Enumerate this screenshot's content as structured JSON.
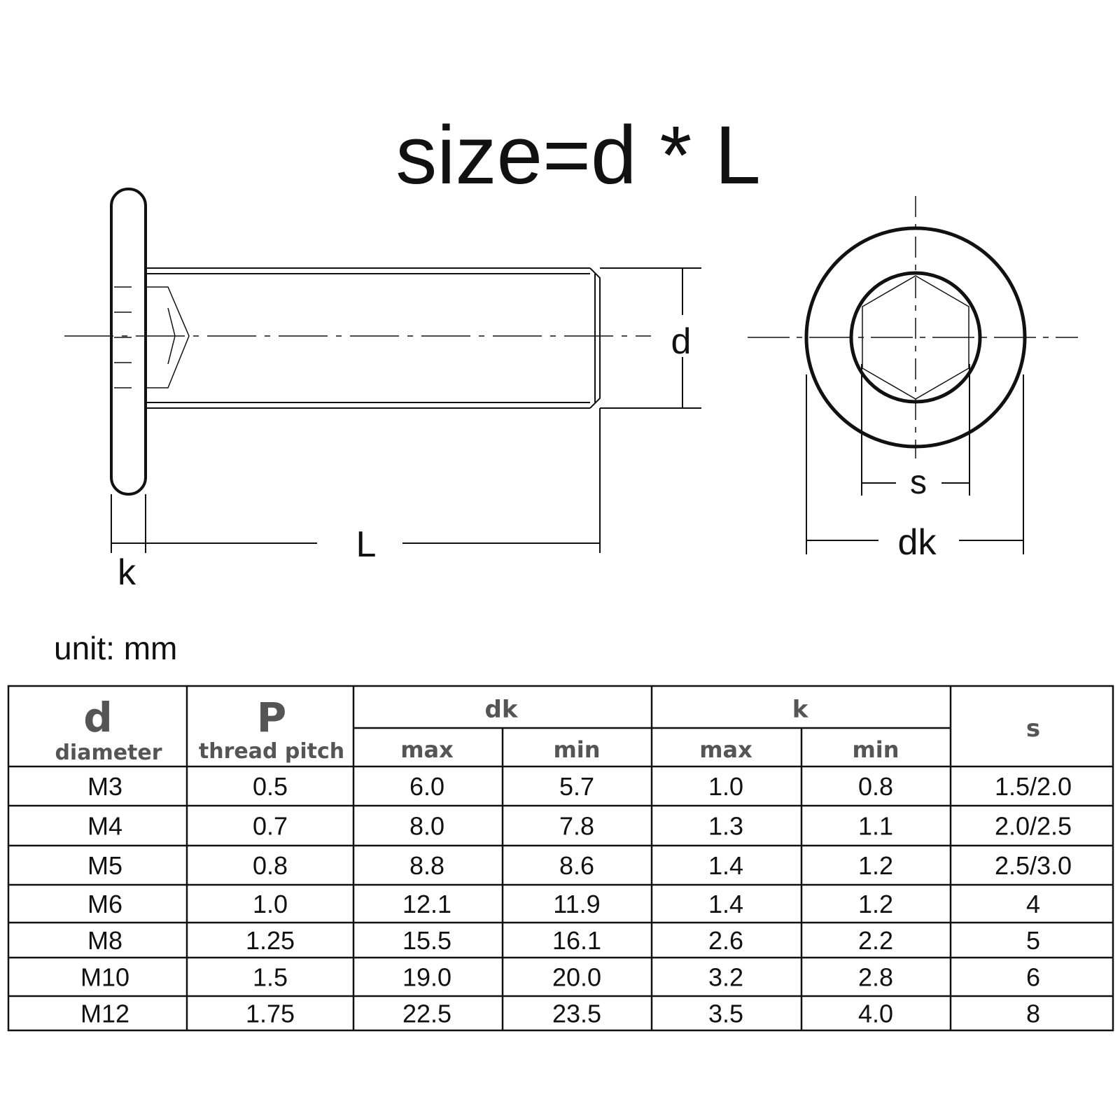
{
  "title": "size=d * L",
  "labels": {
    "d": "d",
    "L": "L",
    "k": "k",
    "s": "s",
    "dk": "dk"
  },
  "unit": "unit: mm",
  "table": {
    "headers": {
      "d": "d",
      "d_sub": "diameter",
      "p": "P",
      "p_sub": "thread pitch",
      "dk": "dk",
      "k": "k",
      "s": "s",
      "max": "max",
      "min": "min"
    },
    "rows": [
      [
        "M3",
        "0.5",
        "6.0",
        "5.7",
        "1.0",
        "0.8",
        "1.5/2.0"
      ],
      [
        "M4",
        "0.7",
        "8.0",
        "7.8",
        "1.3",
        "1.1",
        "2.0/2.5"
      ],
      [
        "M5",
        "0.8",
        "8.8",
        "8.6",
        "1.4",
        "1.2",
        "2.5/3.0"
      ],
      [
        "M6",
        "1.0",
        "12.1",
        "11.9",
        "1.4",
        "1.2",
        "4"
      ],
      [
        "M8",
        "1.25",
        "15.5",
        "16.1",
        "2.6",
        "2.2",
        "5"
      ],
      [
        "M10",
        "1.5",
        "19.0",
        "20.0",
        "3.2",
        "2.8",
        "6"
      ],
      [
        "M12",
        "1.75",
        "22.5",
        "23.5",
        "3.5",
        "4.0",
        "8"
      ]
    ]
  }
}
